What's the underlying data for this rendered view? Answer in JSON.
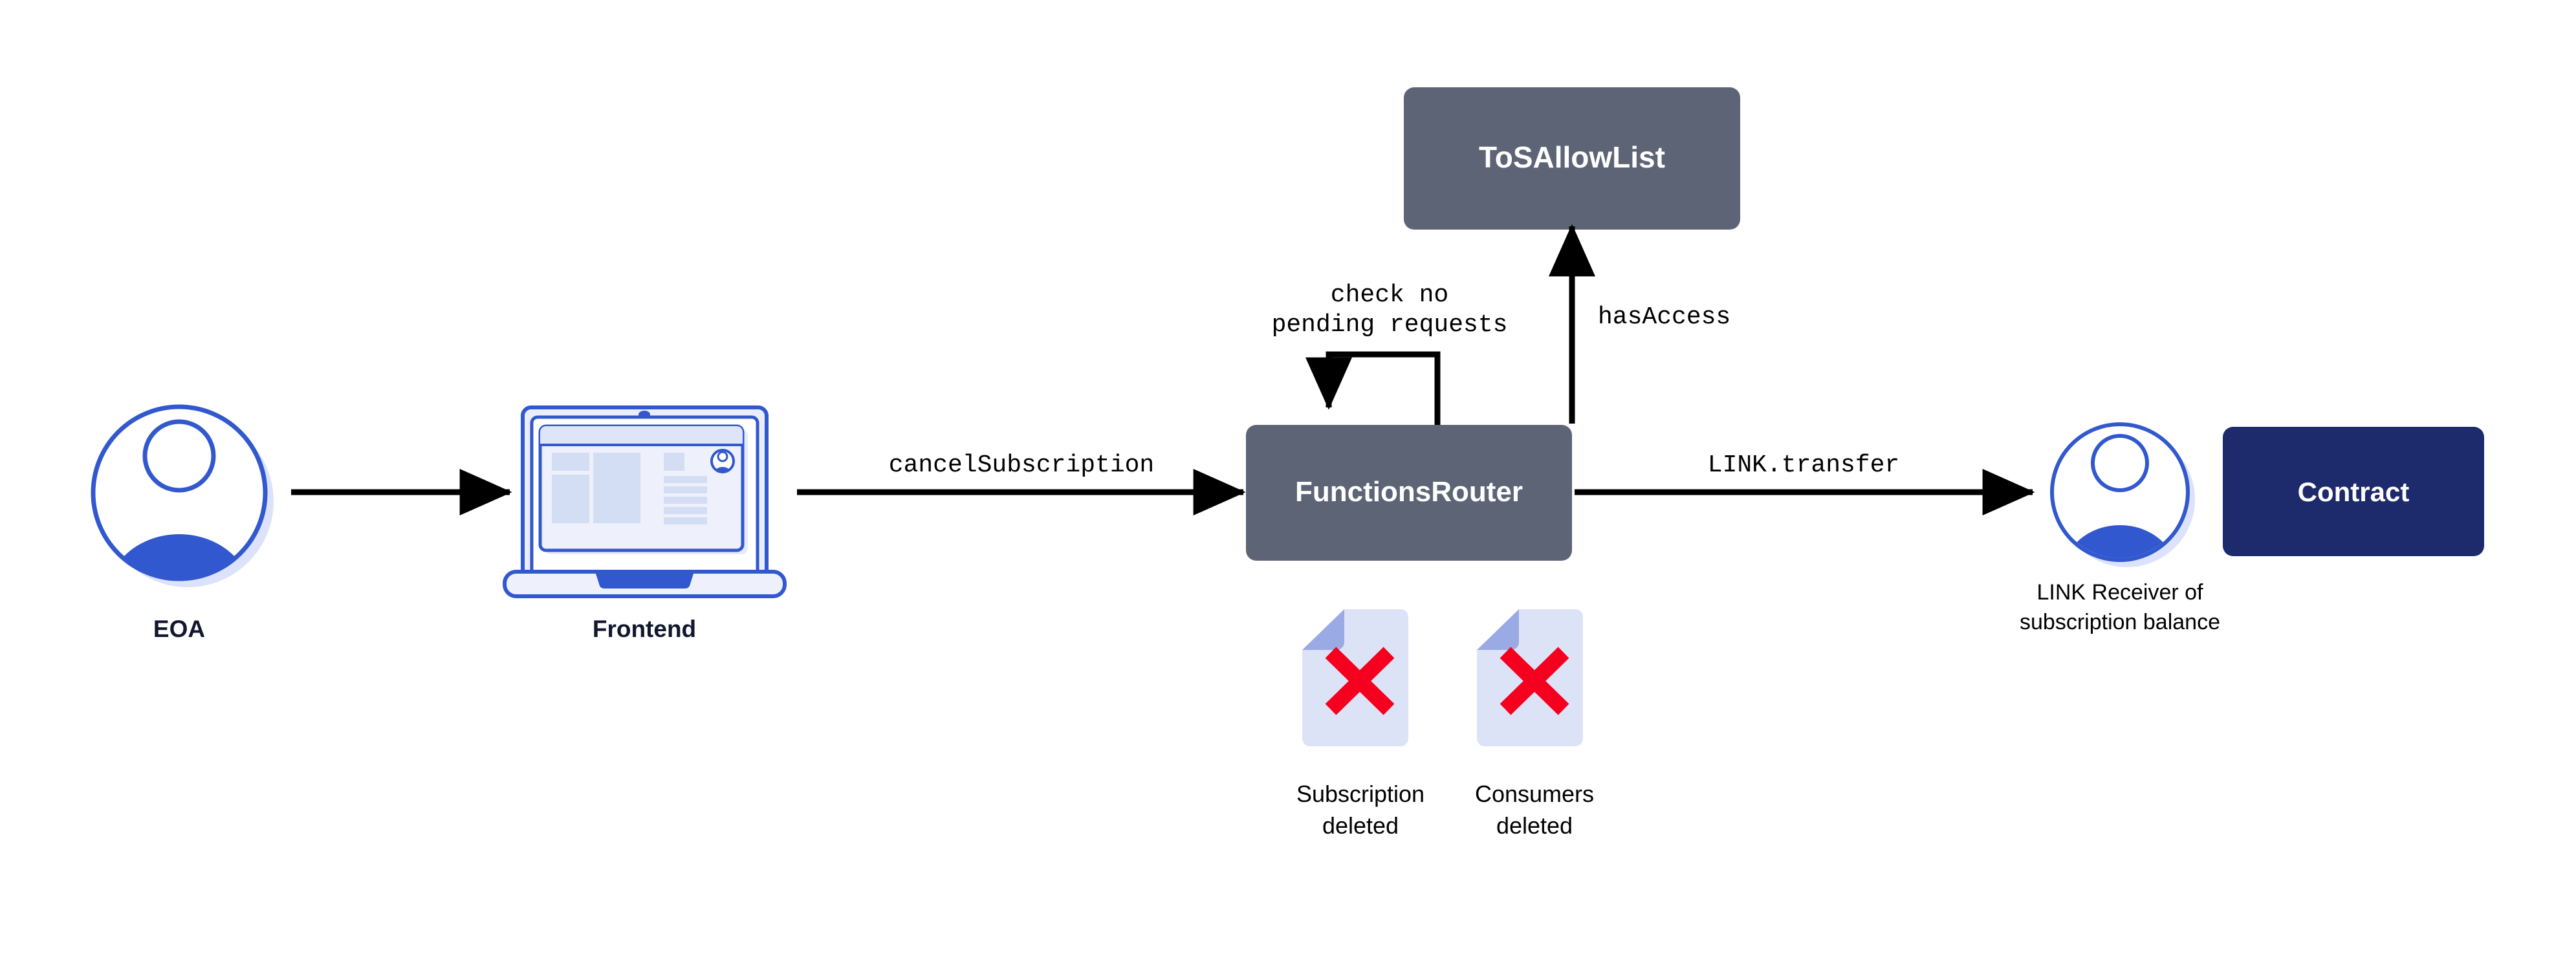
{
  "diagram": {
    "background_color": "#ffffff",
    "nodes": [
      {
        "id": "eoa",
        "label": "EOA",
        "type": "person-avatar-icon",
        "accent_color": "#3158ce",
        "shadow_color": "#dbe2fa"
      },
      {
        "id": "frontend",
        "label": "Frontend",
        "type": "laptop-browser-icon",
        "accent_color": "#3158ce",
        "screen_color": "#eaeefb"
      },
      {
        "id": "functions-router",
        "label": "FunctionsRouter",
        "type": "box",
        "fill_color": "#5d6475",
        "text_color": "#ffffff"
      },
      {
        "id": "tos-allow-list",
        "label": "ToSAllowList",
        "type": "box",
        "fill_color": "#5d6475",
        "text_color": "#ffffff"
      },
      {
        "id": "link-receiver",
        "label": "LINK Receiver of\nsubscription balance",
        "label_line1": "LINK Receiver of",
        "label_line2": "subscription balance",
        "type": "person-avatar-icon",
        "accent_color": "#3158ce",
        "shadow_color": "#dbe2fa"
      },
      {
        "id": "contract",
        "label": "Contract",
        "type": "box",
        "fill_color": "#1d2a6b",
        "text_color": "#ffffff"
      }
    ],
    "edges": [
      {
        "id": "eoa-to-frontend",
        "label": "",
        "from": "eoa",
        "to": "frontend"
      },
      {
        "id": "frontend-to-router",
        "label": "cancelSubscription",
        "from": "frontend",
        "to": "functions-router"
      },
      {
        "id": "router-self-loop",
        "label_line1": "check no",
        "label_line2": "pending requests",
        "from": "functions-router",
        "to": "functions-router"
      },
      {
        "id": "router-to-tosallowlist",
        "label": "hasAccess",
        "from": "functions-router",
        "to": "tos-allow-list"
      },
      {
        "id": "router-to-receiver",
        "label": "LINK.transfer",
        "from": "functions-router",
        "to": "link-receiver"
      }
    ],
    "artifacts": [
      {
        "id": "subscription-deleted",
        "icon": "document-deleted-icon",
        "label_line1": "Subscription",
        "label_line2": "deleted",
        "page_color": "#dde3f7",
        "fold_color": "#9aaae4",
        "mark_color": "#f5001e"
      },
      {
        "id": "consumers-deleted",
        "icon": "document-deleted-icon",
        "label_line1": "Consumers",
        "label_line2": "deleted",
        "page_color": "#dde3f7",
        "fold_color": "#9aaae4",
        "mark_color": "#f5001e"
      }
    ],
    "colors": {
      "arrow": "#000000",
      "slate_box": "#5d6475",
      "navy_box": "#1d2a6b",
      "blue_accent": "#3158ce",
      "blue_shadow": "#dbe2fa",
      "red_mark": "#f5001e",
      "dark_text": "#12172e"
    }
  }
}
